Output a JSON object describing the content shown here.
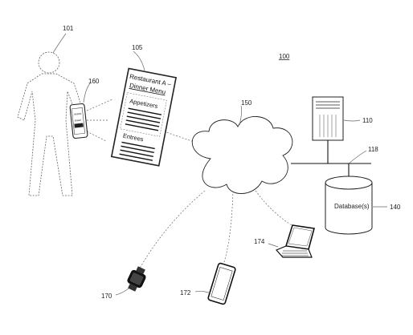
{
  "labels": {
    "system": "100",
    "user": "101",
    "menu": "105",
    "server": "110",
    "link": "118",
    "database_ref": "140",
    "network": "150",
    "phone": "160",
    "watch": "170",
    "tablet": "172",
    "laptop": "174"
  },
  "menu": {
    "title": "Restaurant A –",
    "subtitle": "Dinner Menu",
    "section_1": "Appetizers",
    "section_2": "Entrees"
  },
  "phone_screen": {
    "text_1": "Appetz",
    "text_2": "Bread"
  },
  "database": {
    "label": "Database(s)"
  }
}
